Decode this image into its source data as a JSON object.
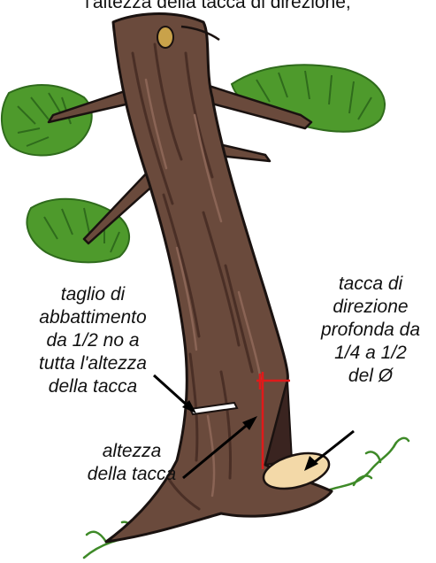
{
  "caption_top": "l'altezza della tacca di direzione,",
  "labels": {
    "felling_cut": [
      "taglio di",
      "abbattimento",
      "da 1/2  no a",
      "tutta l'altezza",
      "della tacca"
    ],
    "notch_depth": [
      "tacca di",
      "direzione",
      "profonda da",
      "1/4 a 1/2",
      "del Ø"
    ],
    "notch_height": [
      "altezza",
      "della tacca"
    ]
  },
  "colors": {
    "trunk": "#6a4a3c",
    "bark_lines": "#4a2f26",
    "bark_highlight": "#8a6455",
    "outline": "#1a1210",
    "foliage": "#4e9a2c",
    "foliage_dark": "#2f6b1c",
    "stump_face": "#f3d9a8",
    "marker_red": "#e01a1a",
    "vine": "#3e8a28",
    "arrow": "#000000",
    "cut_slot": "#ffffff"
  }
}
